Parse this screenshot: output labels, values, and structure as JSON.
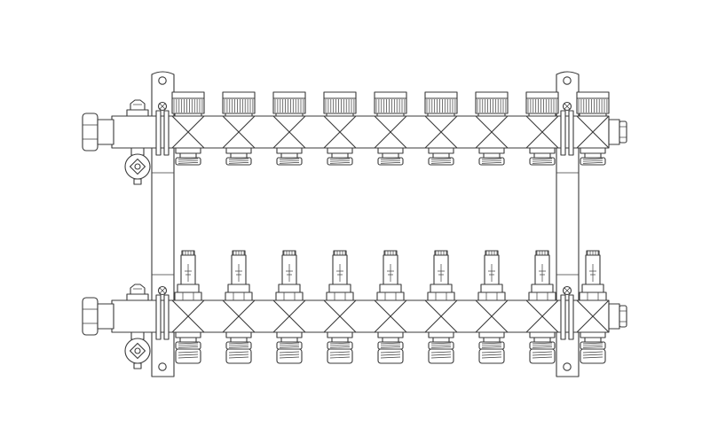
{
  "diagram": {
    "subject": "heating-manifold-line-drawing",
    "colors": {
      "stroke": "#3a3a3a",
      "background": "#ffffff"
    },
    "manifolds": [
      {
        "id": "supply",
        "outlets": 9,
        "valve_type": "thermostatic-cap"
      },
      {
        "id": "return",
        "outlets": 9,
        "valve_type": "flow-meter"
      }
    ],
    "brackets": 2,
    "vents": 2,
    "drain_valves": 2
  }
}
